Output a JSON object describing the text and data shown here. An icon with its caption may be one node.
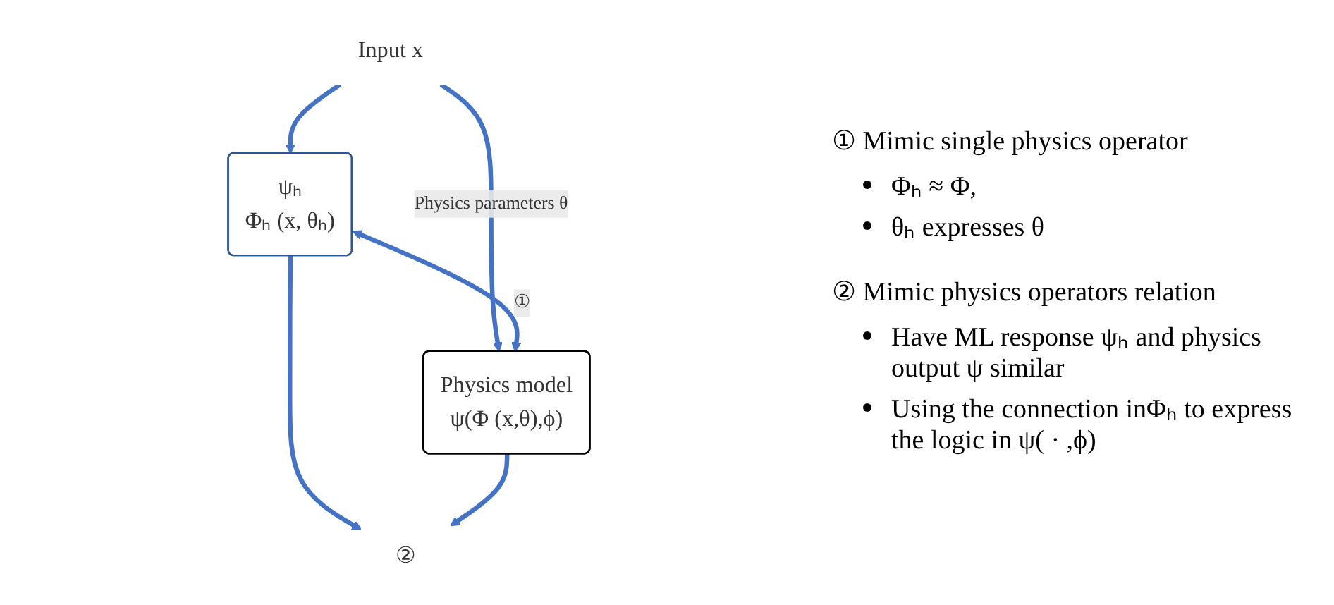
{
  "diagram": {
    "nodes": [
      {
        "text": [
          "Input x"
        ]
      },
      {
        "text": [
          "ψₕ",
          "Φₕ (x, θₕ)"
        ]
      },
      {
        "text": [
          "Physics model",
          "ψ(Φ (x,θ),ϕ)"
        ]
      },
      {
        "text": [
          "②"
        ]
      }
    ],
    "edges": [
      {
        "from": 0,
        "to": 1,
        "arrow": "to"
      },
      {
        "from": 0,
        "to": 2,
        "arrow": "to",
        "label": "Physics parameters θ"
      },
      {
        "from": 1,
        "to": 2,
        "arrow": "both",
        "label": "①"
      },
      {
        "from": 1,
        "to": 3,
        "arrow": "to"
      },
      {
        "from": 2,
        "to": 3,
        "arrow": "to"
      }
    ],
    "labels": [
      "① Mimic single physics operator",
      "Φₕ ≈ Φ,",
      "θₕ expresses θ",
      "② Mimic physics operators relation",
      "Have ML response ψₕ and physics output ψ similar",
      "Using the connection inΦₕ to express the logic in ψ( · ,ϕ)"
    ]
  }
}
